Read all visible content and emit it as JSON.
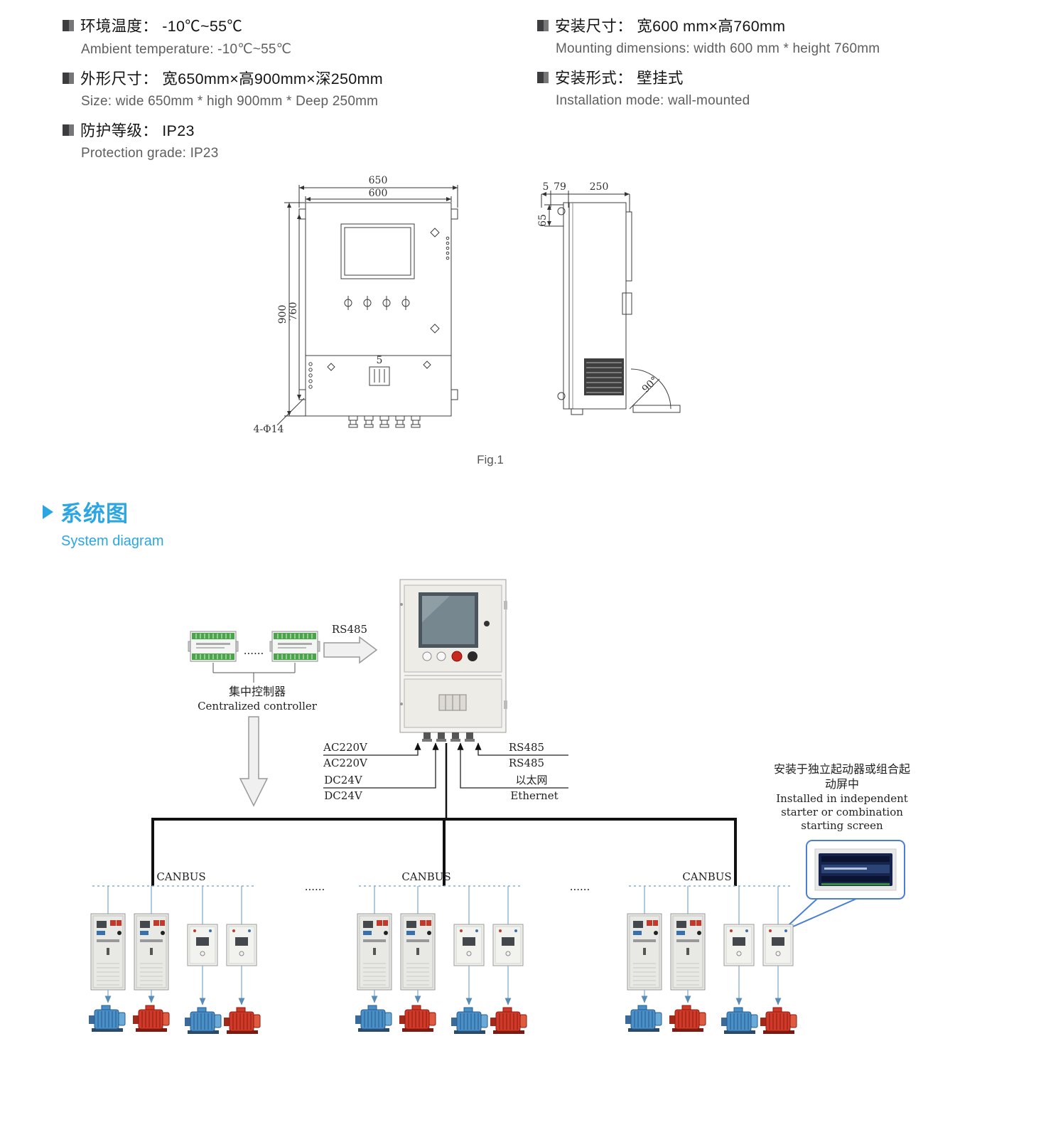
{
  "specs": {
    "left": [
      {
        "zh": "环境温度： -10℃~55℃",
        "en": "Ambient temperature: -10℃~55℃"
      },
      {
        "zh": "外形尺寸： 宽650mm×高900mm×深250mm",
        "en": "Size: wide 650mm * high 900mm * Deep 250mm"
      },
      {
        "zh": "防护等级： IP23",
        "en": "Protection grade: IP23"
      }
    ],
    "right": [
      {
        "zh": "安装尺寸： 宽600 mm×高760mm",
        "en": "Mounting dimensions: width 600 mm * height 760mm"
      },
      {
        "zh": "安装形式： 壁挂式",
        "en": "Installation mode: wall-mounted"
      }
    ]
  },
  "figure": {
    "caption": "Fig.1",
    "dims": {
      "w_outer": "650",
      "w_inner": "600",
      "h_outer": "900",
      "h_inner": "760",
      "s_gap": "5",
      "s_frame": "79",
      "s_depth": "250",
      "s_top": "65",
      "holes": "4-Φ14",
      "angle": "90°",
      "latch": "5"
    }
  },
  "section": {
    "title_zh": "系统图",
    "title_en": "System diagram"
  },
  "diagram": {
    "controller_zh": "集中控制器",
    "controller_en": "Centralized controller",
    "module_dots": "......",
    "rs485": "RS485",
    "wires": {
      "ac1": "AC220V",
      "ac2": "AC220V",
      "dc1": "DC24V",
      "dc2": "DC24V",
      "rs1": "RS485",
      "rs2": "RS485",
      "eth_zh": "以太网",
      "eth_en": "Ethernet"
    },
    "note": {
      "zh1": "安装于独立起动器或组合起",
      "zh2": "动屏中",
      "en1": "Installed in independent",
      "en2": "starter or combination",
      "en3": "starting screen"
    },
    "canbus": "CANBUS",
    "group_dots": "......"
  }
}
